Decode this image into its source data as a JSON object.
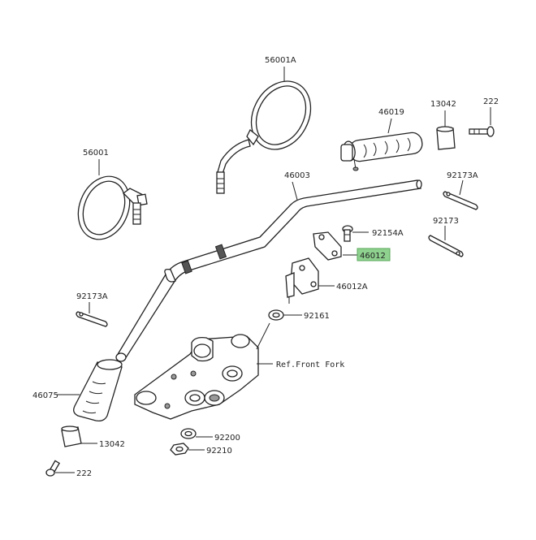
{
  "diagram": {
    "labels": {
      "mirror_left": "56001",
      "mirror_right": "56001A",
      "handlebar": "46003",
      "grip_right": "46019",
      "weight_right": "13042",
      "screw_right": "222",
      "band_right": "92173A",
      "band_right2": "92173",
      "bolt_holder": "92154A",
      "holder_upper": "46012",
      "holder_lower": "46012A",
      "band_left": "92173A",
      "washer_holder": "92161",
      "ref_fork": "Ref.Front Fork",
      "grip_left": "46075",
      "weight_left": "13042",
      "screw_left": "222",
      "washer_bottom": "92200",
      "nut_bottom": "92210"
    },
    "highlight_color": "#8fd18f"
  }
}
